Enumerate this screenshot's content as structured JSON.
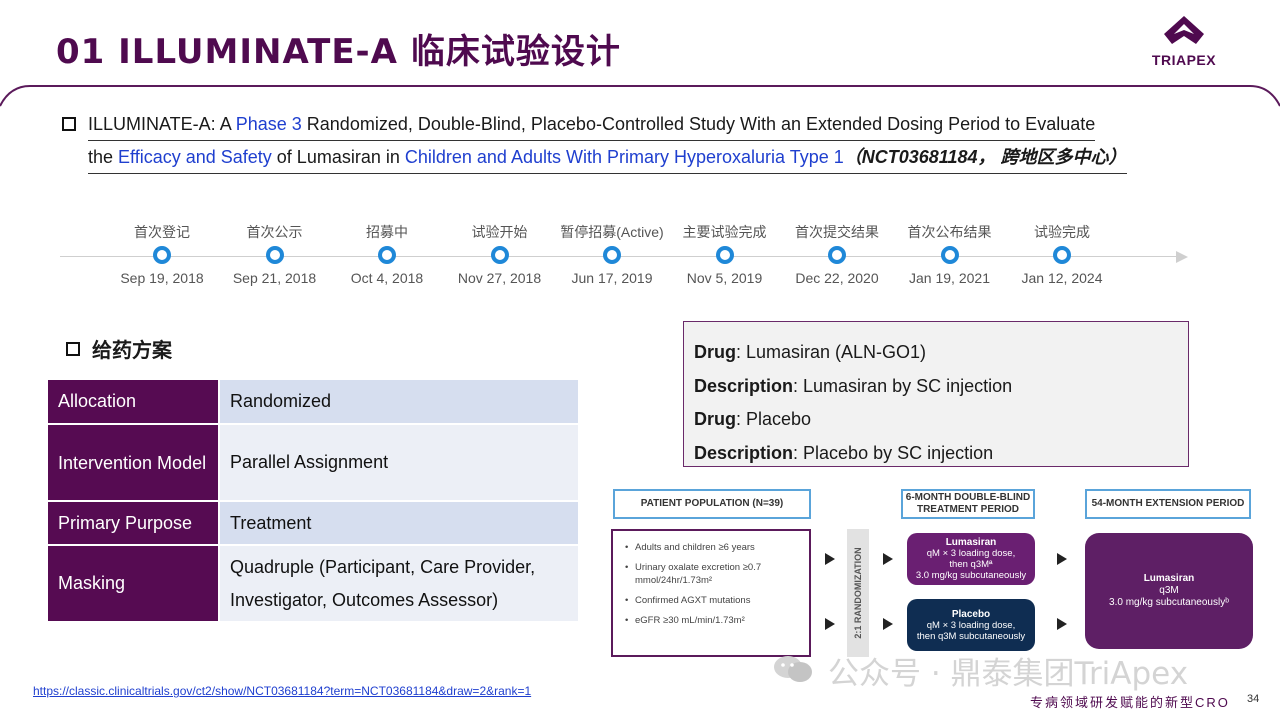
{
  "title": "01 ILLUMINATE-A 临床试验设计",
  "logo": {
    "text": "TRIAPEX"
  },
  "intro": {
    "line1": [
      {
        "t": "ILLUMINATE-A: A ",
        "c": ""
      },
      {
        "t": "Phase 3",
        "c": "blue"
      },
      {
        "t": " Randomized, Double-Blind, Placebo-Controlled Study With an Extended Dosing Period to Evaluate",
        "c": ""
      }
    ],
    "line2": [
      {
        "t": "the ",
        "c": ""
      },
      {
        "t": "Efficacy and Safety",
        "c": "blue"
      },
      {
        "t": " of Lumasiran in ",
        "c": ""
      },
      {
        "t": "Children and Adults With Primary Hyperoxaluria Type 1",
        "c": "blue"
      },
      {
        "t": "（NCT03681184， 跨地区多中心）",
        "c": "bi"
      }
    ]
  },
  "timeline": [
    {
      "label": "首次登记",
      "date": "Sep 19, 2018"
    },
    {
      "label": "首次公示",
      "date": "Sep 21, 2018"
    },
    {
      "label": "招募中",
      "date": "Oct 4, 2018"
    },
    {
      "label": "试验开始",
      "date": "Nov 27, 2018"
    },
    {
      "label": "暂停招募(Active)",
      "date": "Jun 17, 2019"
    },
    {
      "label": "主要试验完成",
      "date": "Nov 5, 2019"
    },
    {
      "label": "首次提交结果",
      "date": "Dec 22, 2020"
    },
    {
      "label": "首次公布结果",
      "date": "Jan 19, 2021"
    },
    {
      "label": "试验完成",
      "date": "Jan 12, 2024"
    }
  ],
  "dosing": {
    "title": "给药方案",
    "rows": [
      {
        "key": "Allocation",
        "value": "Randomized"
      },
      {
        "key": "Intervention Model",
        "value": "Parallel Assignment"
      },
      {
        "key": "Primary Purpose",
        "value": "Treatment"
      },
      {
        "key": "Masking",
        "value": "Quadruple (Participant, Care Provider, Investigator, Outcomes Assessor)"
      }
    ]
  },
  "drugs": [
    {
      "label": "Drug",
      "value": ": Lumasiran (ALN-GO1)"
    },
    {
      "label": "Description",
      "value": ": Lumasiran by SC injection"
    },
    {
      "label": "Drug",
      "value": ": Placebo"
    },
    {
      "label": "Description",
      "value": ": Placebo by SC injection"
    }
  ],
  "design": {
    "population_header": "PATIENT POPULATION (N=39)",
    "double_blind_header": "6-MONTH DOUBLE-BLIND TREATMENT PERIOD",
    "extension_header": "54-MONTH EXTENSION PERIOD",
    "criteria": [
      "Adults and children ≥6 years",
      "Urinary oxalate excretion ≥0.7 mmol/24hr/1.73m²",
      "Confirmed AGXT mutations",
      "eGFR ≥30 mL/min/1.73m²"
    ],
    "randomization": "2:1 RANDOMIZATION",
    "lumasiran_arm": {
      "name": "Lumasiran",
      "detail1": "qM × 3 loading dose,",
      "detail2": "then q3Mª",
      "detail3": "3.0 mg/kg subcutaneously"
    },
    "placebo_arm": {
      "name": "Placebo",
      "detail1": "qM × 3 loading dose,",
      "detail2": "then q3M subcutaneously"
    },
    "extension_arm": {
      "name": "Lumasiran",
      "detail1": "q3M",
      "detail2": "3.0 mg/kg subcutaneouslyᵇ"
    },
    "colors": {
      "arm_lumasiran": "#6a1f72",
      "arm_placebo": "#0f2d52",
      "extension": "#5e1f65",
      "header_border": "#5aa4da"
    }
  },
  "watermark": "公众号 · 鼎泰集团TriApex",
  "source_link": "https://classic.clinicaltrials.gov/ct2/show/NCT03681184?term=NCT03681184&draw=2&rank=1",
  "footer": "专病领域研发赋能的新型CRO",
  "page_number": "34"
}
